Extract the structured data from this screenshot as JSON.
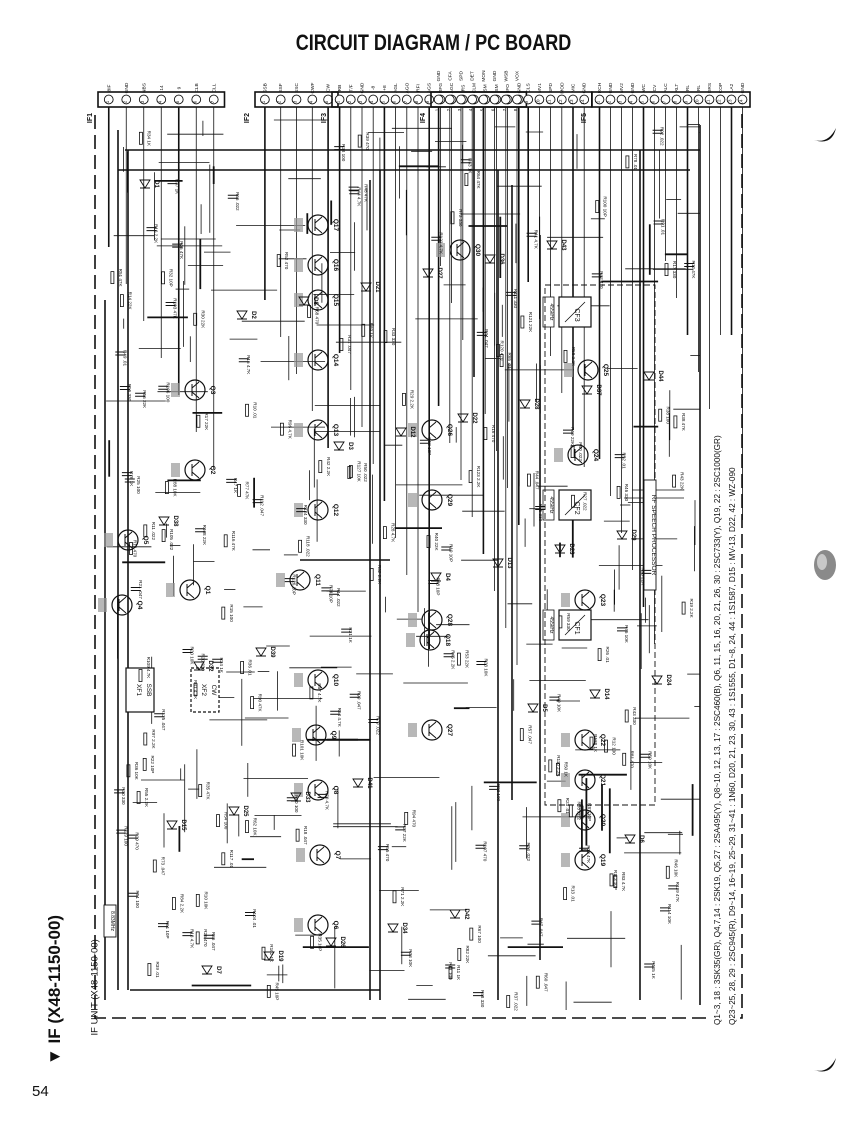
{
  "title": "CIRCUIT DIAGRAM / PC BOARD",
  "page_number": "54",
  "section_label": "▼  IF (X48-1150-00)",
  "unit_label": "IF UNIT (X48-1150-00)",
  "connectors": [
    {
      "name": "IF1",
      "pins": [
        "8IF",
        "GND",
        "NBS",
        "14",
        "9",
        "CLB",
        "CLL"
      ]
    },
    {
      "name": "IF2",
      "pins": [
        "SSB",
        "SSF",
        "SSC",
        "CWF",
        "CW"
      ]
    },
    {
      "name": "IF3",
      "pins": [
        "RB",
        "T/F",
        "GND",
        "-8",
        "+8",
        "AGL",
        "AGO",
        "RFI",
        "AGS",
        "RFG",
        "AGC",
        "RS",
        "CLM",
        "SM",
        "SM",
        "IFO",
        "GND"
      ]
    },
    {
      "name": "IF4",
      "pins": [
        "GND",
        "CFA",
        "SPD",
        "DET",
        "MON",
        "GND",
        "WSB",
        "VOX",
        "CLS",
        "MV1",
        "SPD",
        "MOD",
        "MIC",
        "GND"
      ]
    },
    {
      "name": "IF5",
      "pins": [
        "RCH",
        "GND",
        "MV2",
        "GND",
        "WC",
        "CV",
        "ALC",
        "RLT",
        "RL",
        "RL",
        "DRS",
        "COP",
        "LA2",
        "GND"
      ]
    }
  ],
  "blocks": {
    "speech_processor": "RF SPEECH PROCESSOR",
    "filters": [
      "CF1",
      "CF2",
      "CF3",
      "XF1",
      "XF2"
    ],
    "filter_freq": "455kHz",
    "xf1_mode": "SSB",
    "xf2_mode": "CW",
    "xtal": "8.83MHz"
  },
  "components": {
    "transistors": [
      "Q1",
      "Q2",
      "Q3",
      "Q4",
      "Q5",
      "Q6",
      "Q7",
      "Q8",
      "Q9",
      "Q10",
      "Q11",
      "Q12",
      "Q13",
      "Q14",
      "Q15",
      "Q16",
      "Q17",
      "Q18",
      "Q19",
      "Q20",
      "Q21",
      "Q22",
      "Q23",
      "Q24",
      "Q25",
      "Q26",
      "Q27",
      "Q28",
      "Q29",
      "Q30"
    ],
    "diodes": [
      "D1",
      "D2",
      "D3",
      "D4",
      "D5",
      "D6",
      "D7",
      "D8",
      "D12",
      "D13",
      "D14",
      "D15",
      "D19",
      "D21",
      "D22",
      "D23",
      "D24",
      "D25",
      "D26",
      "D27",
      "D28",
      "D29",
      "D32",
      "D33",
      "D34",
      "D36",
      "D37",
      "D38",
      "D39",
      "D41",
      "D42",
      "D43",
      "D44"
    ]
  },
  "notes": [
    "Q1~3, 18 : 3SK35(GR),     Q4,7,14 : 2SK19,     Q5,27 : 2SA495(Y),     Q8~10, 12, 13, 17 : 2SC460(B),     Q6, 11, 15, 16, 20, 21, 26, 30 : 2SC733(Y),     Q19, 22 : 2SC1000(GR)",
    "Q23~25, 28, 29 : 2SC945(R),     D9~14, 16~19, 25~29, 31~41 : 1N60,     D20, 21, 23, 30, 43 : 1S1555,     D1~8, 24, 44 : 1S1587,     D15 : MV-13,     D22, 42 : WZ-090"
  ],
  "colors": {
    "ink": "#111111",
    "paper": "#ffffff",
    "shade": "#9a9a9a"
  }
}
